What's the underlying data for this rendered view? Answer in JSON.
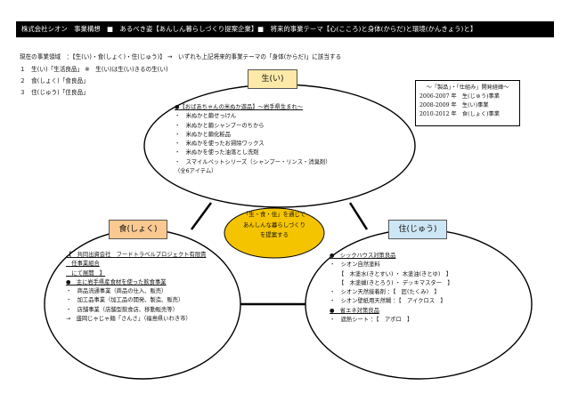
{
  "header": {
    "text": "株式会社シオン　事業構想　■　あるべき姿【あんしん暮らしづくり提案企業】■　将来的事業テーマ【心(こころ)と身体(からだ)と環境(かんきょう)と】"
  },
  "intro": {
    "domain_line": "現在の事業領域　：【生(い)・食(しょく)・住(じゅう)】 →　いずれも上記将来的事業テーマの「身体(からだ)」に該当する",
    "items": [
      "１　生(い)「生活良品」 ※　生(い)は生(い)きるの生(い)",
      "２　食(しょく)「食良品」",
      "３　住(じゅう)「住良品」"
    ]
  },
  "timeline": {
    "title": "～「製品」・「仕組み」開発経緯～",
    "rows": [
      "2006-2007 年　生(じゅう)事業",
      "2008-2009 年　生(い)事業",
      "2010-2012 年　食(しょく)事業"
    ]
  },
  "circles": {
    "life": {
      "label": "生(い)",
      "lines": [
        "●【おばあちゃんの米ぬか遊品】～岩手県生まれ～",
        "・　米ぬかと繭せっけん",
        "・　米ぬかと繭シャンプーのちから",
        "・　米ぬかと繭化粧品",
        "・　米ぬかを使ったお掃除ワックス",
        "・　米ぬかを使った油落とし洗剤",
        "・　スマイルペットシリーズ（シャンプー・リンス・消臭剤）",
        "（全6アイテム）"
      ]
    },
    "food": {
      "label": "食(しょく)",
      "lines": [
        "【　共同出資会社　フードトラベルプロジェクト有限責",
        "　任事業組合",
        "　にて展開　】",
        "●　主に岩手県産食材を使った飲食事業",
        "・　商品流通事業（商品の仕入、販売）",
        "・　加工品事業（加工品の開発、製造、販売）",
        "・　店舗事業（店舗型飲食店、移動販売等）",
        "→　盛岡じゃじゃ麺「さんさ」（福島県いわき市）"
      ]
    },
    "home": {
      "label": "住(じゅう)",
      "lines": [
        "●　シックハウス対策良品",
        "・　シオン自然塗料",
        "【　木塗水(きとすい) ・ 木塗油(きとゆ)　】",
        "【　木塗蝋(きとろう) ・ デッキマスター　】",
        "・　シオン天然接着剤 ：【　匠(たくみ)　】",
        "・　シオン壁紙用天然糊 ：【　アイクロス　】",
        "●　省エネ対策良品",
        "・　遮熱シート ：【　アポロ　】"
      ]
    }
  },
  "center": {
    "lines": [
      "「生・食・住」を通じて",
      "あんしんな暮らしづくり",
      "を提案する"
    ]
  },
  "colors": {
    "life_label": "#fde9a8",
    "food_label": "#f9c991",
    "home_label": "#cde6f5",
    "center_fill": "#f5c400"
  }
}
